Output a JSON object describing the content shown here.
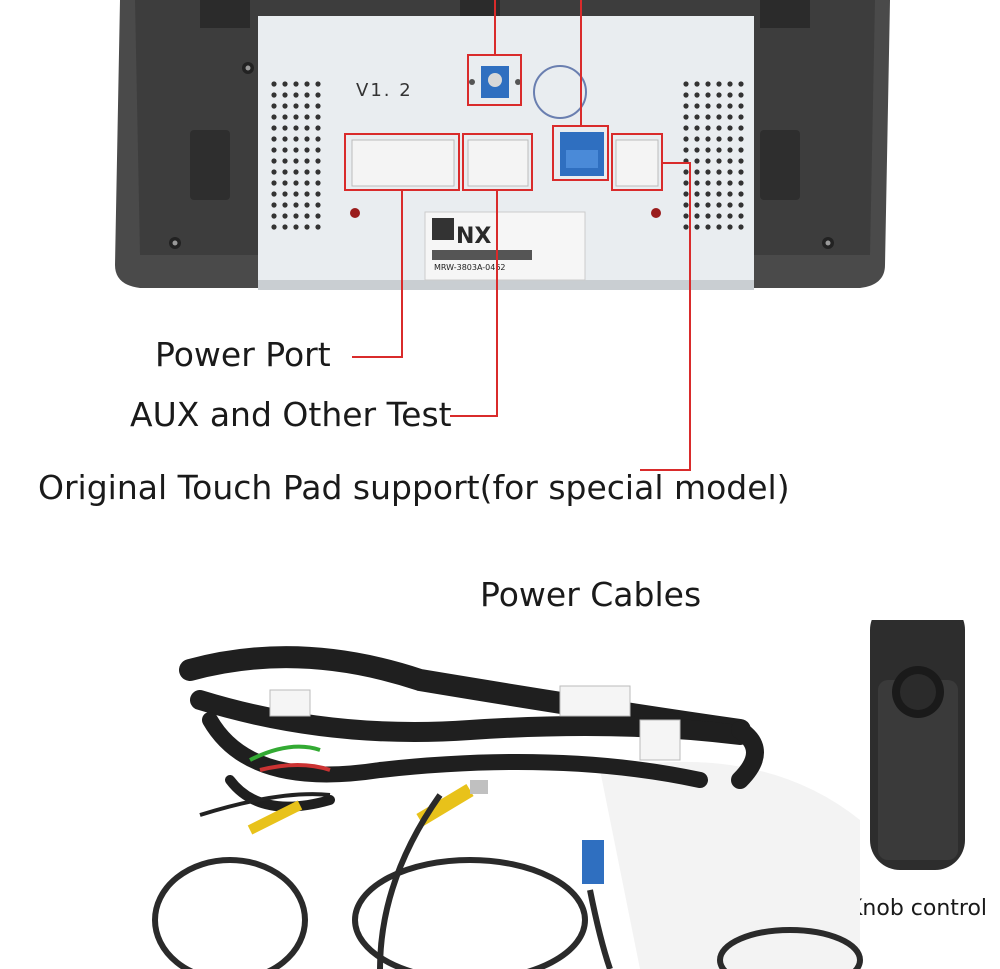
{
  "labels": {
    "power_port": "Power Port",
    "aux_test": "AUX and Other Test",
    "touch_pad": "Original Touch Pad support(for special model)",
    "power_cables": "Power Cables",
    "knob_control": "Knob control"
  },
  "device": {
    "version": "V1. 2",
    "brand": "NX",
    "model_code": "MRW-3803A-0462"
  },
  "colors": {
    "callout_red": "#d92b2b",
    "connector_blue": "#2f6fc0",
    "cable_black": "#1f1f1f",
    "connector_yellow": "#e8c21a",
    "bezel_gray": "#4a4a4a",
    "panel_white": "#e9edf0"
  }
}
